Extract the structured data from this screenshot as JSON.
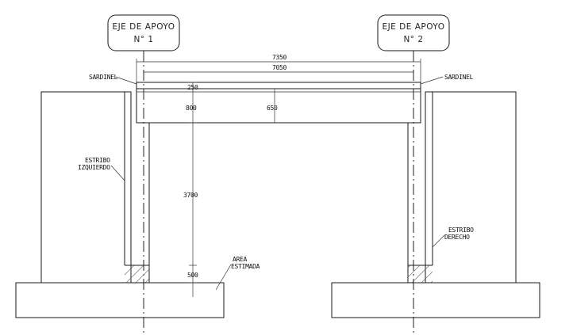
{
  "axes": [
    {
      "line1": "EJE DE APOYO",
      "line2": "N° 1"
    },
    {
      "line1": "EJE DE APOYO",
      "line2": "N° 2"
    }
  ],
  "dimensions": {
    "overall": "7350",
    "span": "7050",
    "sardinel_height": "250",
    "deck_thickness_left": "800",
    "deck_thickness_center": "650",
    "clear_height": "3700",
    "footing_depth": "500"
  },
  "labels": {
    "sardinel_left": "SARDINEL",
    "sardinel_right": "SARDINEL",
    "estribo_izq_1": "ESTRIBO",
    "estribo_izq_2": "IZQUIERDO",
    "estribo_der_1": "ESTRIBO",
    "estribo_der_2": "DERECHO",
    "area_1": "AREA",
    "area_2": "ESTIMADA"
  }
}
